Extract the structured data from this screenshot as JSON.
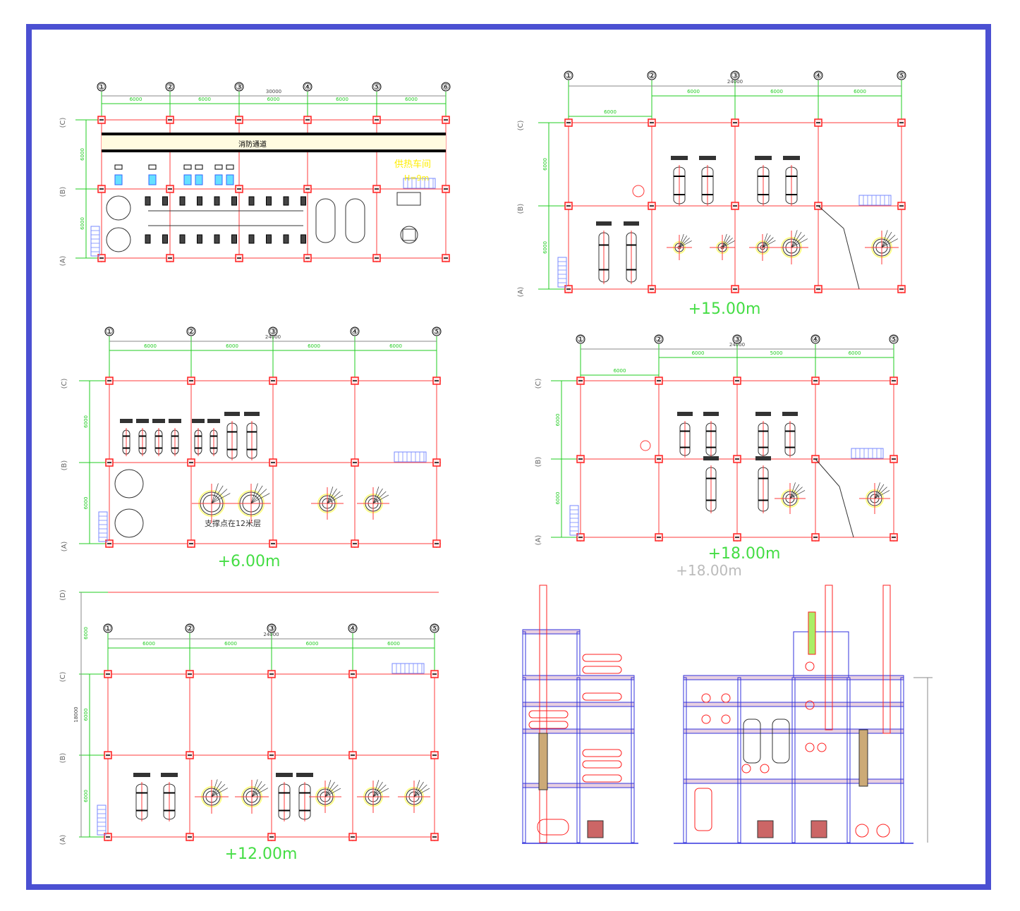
{
  "colors": {
    "frame": "#4b50d2",
    "grid": "#ff3b3b",
    "dim": "#22cc22",
    "column": "#ff2020",
    "elevation_label": "#44dd44",
    "note_yellow": "#ffee00",
    "steel": "#3333dd",
    "equipment": "#ff2020"
  },
  "plans": [
    {
      "id": "plan-ground",
      "axes_x": [
        "①",
        "②",
        "③",
        "④",
        "⑤",
        "⑥"
      ],
      "axes_y": [
        "(C)",
        "(B)",
        "(A)"
      ],
      "total_dim": "30000",
      "spans": [
        "6000",
        "6000",
        "6000",
        "6000",
        "6000"
      ],
      "row_spans": [
        "6000",
        "6000"
      ],
      "corridor_label": "消防通道",
      "workshop_label": "供热车间",
      "workshop_height": "H=9m"
    },
    {
      "id": "plan-15m",
      "axes_x": [
        "①",
        "②",
        "③",
        "④",
        "⑤"
      ],
      "axes_y": [
        "(C)",
        "(B)",
        "(A)"
      ],
      "total_dim": "24000",
      "spans": [
        "6000",
        "6000",
        "6000",
        "6000"
      ],
      "row_spans": [
        "6000",
        "6000"
      ],
      "elevation": "+15.00m"
    },
    {
      "id": "plan-6m",
      "axes_x": [
        "①",
        "②",
        "③",
        "④",
        "⑤"
      ],
      "axes_y": [
        "(C)",
        "(B)",
        "(A)"
      ],
      "total_dim": "24000",
      "spans": [
        "6000",
        "6000",
        "6000",
        "6000"
      ],
      "row_spans": [
        "6000",
        "6000"
      ],
      "elevation": "+6.00m",
      "note": "支撑点在12米层"
    },
    {
      "id": "plan-18m",
      "axes_x": [
        "①",
        "②",
        "③",
        "④",
        "⑤"
      ],
      "axes_y": [
        "(C)",
        "(B)",
        "(A)"
      ],
      "total_dim": "24000",
      "spans": [
        "6000",
        "6000",
        "5000",
        "6000"
      ],
      "row_spans": [
        "6000",
        "6000"
      ],
      "elevation": "+18.00m",
      "elevation_ghost": "+18.00m"
    },
    {
      "id": "plan-12m",
      "axes_x": [
        "①",
        "②",
        "③",
        "④",
        "⑤"
      ],
      "axes_y": [
        "(D)",
        "(C)",
        "(B)",
        "(A)"
      ],
      "total_dim": "24000",
      "spans": [
        "6000",
        "6000",
        "6000",
        "6000"
      ],
      "row_spans": [
        "6000",
        "6000",
        "6000"
      ],
      "total_row_dim": "18000",
      "elevation": "+12.00m"
    }
  ]
}
